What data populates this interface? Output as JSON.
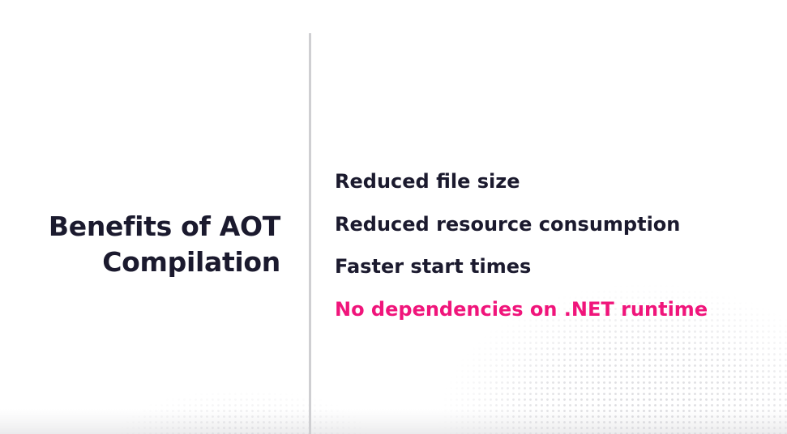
{
  "slide": {
    "title_line1": "Benefits of AOT",
    "title_line2": "Compilation",
    "items": [
      "Reduced file size",
      "Reduced resource consumption",
      "Faster start times",
      "No dependencies on .NET runtime"
    ],
    "highlight_color": "#f0157b",
    "text_color": "#1b1a2e"
  }
}
